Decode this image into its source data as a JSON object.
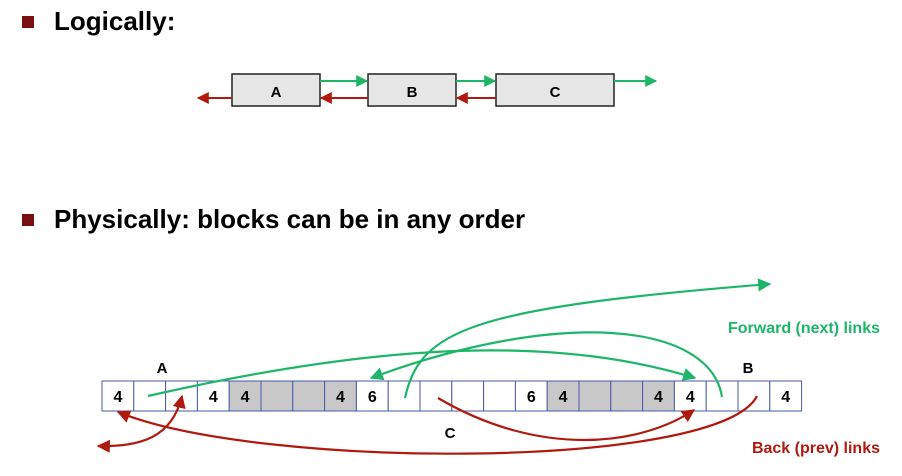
{
  "logical": {
    "heading": "Logically:",
    "blocks": [
      "A",
      "B",
      "C"
    ]
  },
  "physical": {
    "heading": "Physically: blocks can be in any order",
    "cells": [
      "4",
      "",
      "",
      "4",
      "4",
      "",
      "",
      "4",
      "6",
      "",
      "",
      "",
      "",
      "6",
      "4",
      "",
      "",
      "4",
      "4",
      "",
      "",
      "4"
    ],
    "block_labels": {
      "a": "A",
      "b": "B",
      "c": "C"
    },
    "forward_label": "Forward (next) links",
    "back_label": "Back (prev) links"
  },
  "colors": {
    "bullet": "#7a1111",
    "forward": "#1db56a",
    "back": "#b01a0e",
    "allocated": "#c8c8c8",
    "cell_border": "#4a5aa8",
    "block_fill": "#e6e6e6"
  }
}
